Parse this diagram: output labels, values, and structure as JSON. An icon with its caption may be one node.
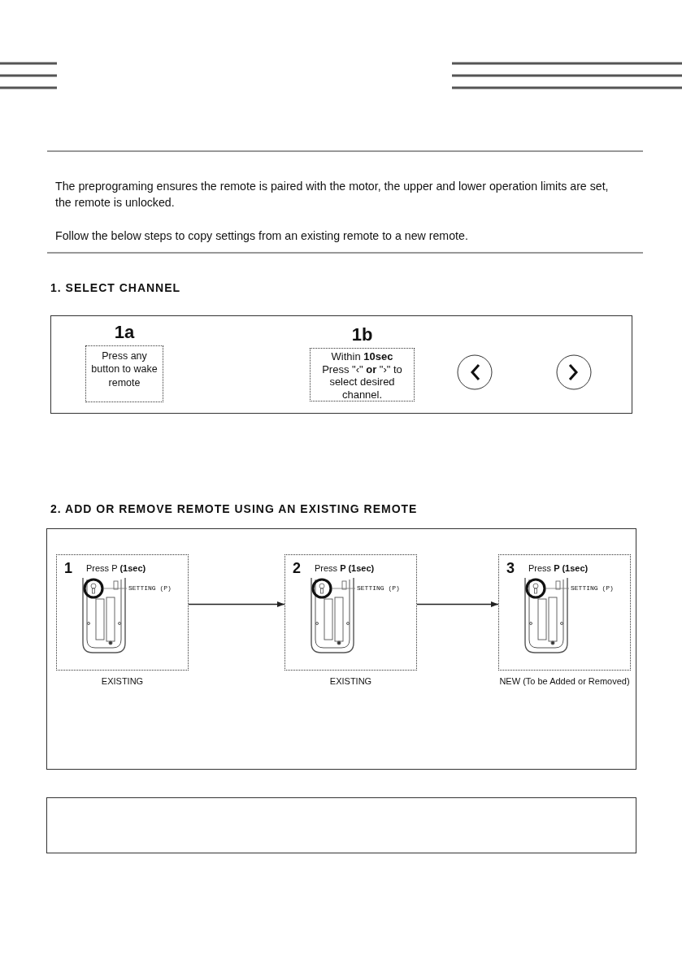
{
  "diagram": {
    "nodes": [
      {
        "text": [],
        "shape": "box"
      },
      {
        "text": [
          "1a",
          "Press any button to wake remote"
        ],
        "in": 0
      },
      {
        "text": [
          "1b",
          "Within **10sec** Press \"‹\" **or** \"›\" to select desired channel."
        ],
        "in": 0
      },
      {
        "text": [],
        "shape": "box"
      },
      {
        "text": [
          "1",
          "Press P  **(1sec)**"
        ],
        "in": 3,
        "beside": [
          "EXISTING"
        ]
      },
      {
        "text": [
          "SETTING (P)"
        ],
        "in": 4
      },
      {
        "text": [
          "2",
          "Press **P (1sec)**"
        ],
        "in": 3,
        "beside": [
          "EXISTING"
        ]
      },
      {
        "text": [
          "SETTING (P)"
        ],
        "in": 6
      },
      {
        "text": [
          "3",
          "Press **P (1sec)**"
        ],
        "in": 3,
        "beside": [
          "NEW (To be Added or Removed)"
        ]
      },
      {
        "text": [
          "SETTING (P)"
        ],
        "in": 8
      },
      {
        "text": [],
        "shape": "box"
      }
    ],
    "edges": [
      {
        "from": 4,
        "to": 6,
        "arrow": "to"
      },
      {
        "from": 6,
        "to": 8,
        "arrow": "to"
      },
      {
        "from": 5,
        "to": null,
        "arrow": "none"
      },
      {
        "from": 7,
        "to": null,
        "arrow": "none"
      },
      {
        "from": 9,
        "to": null,
        "arrow": "none"
      }
    ],
    "labels": [
      "The preprograming ensures the remote is paired with the motor, the upper and lower operation limits are set, the remote is unlocked.",
      "Follow the below steps to copy settings from an existing remote to a new remote.",
      "1. SELECT CHANNEL",
      "2. ADD OR REMOVE REMOTE USING AN EXISTING REMOTE"
    ]
  }
}
